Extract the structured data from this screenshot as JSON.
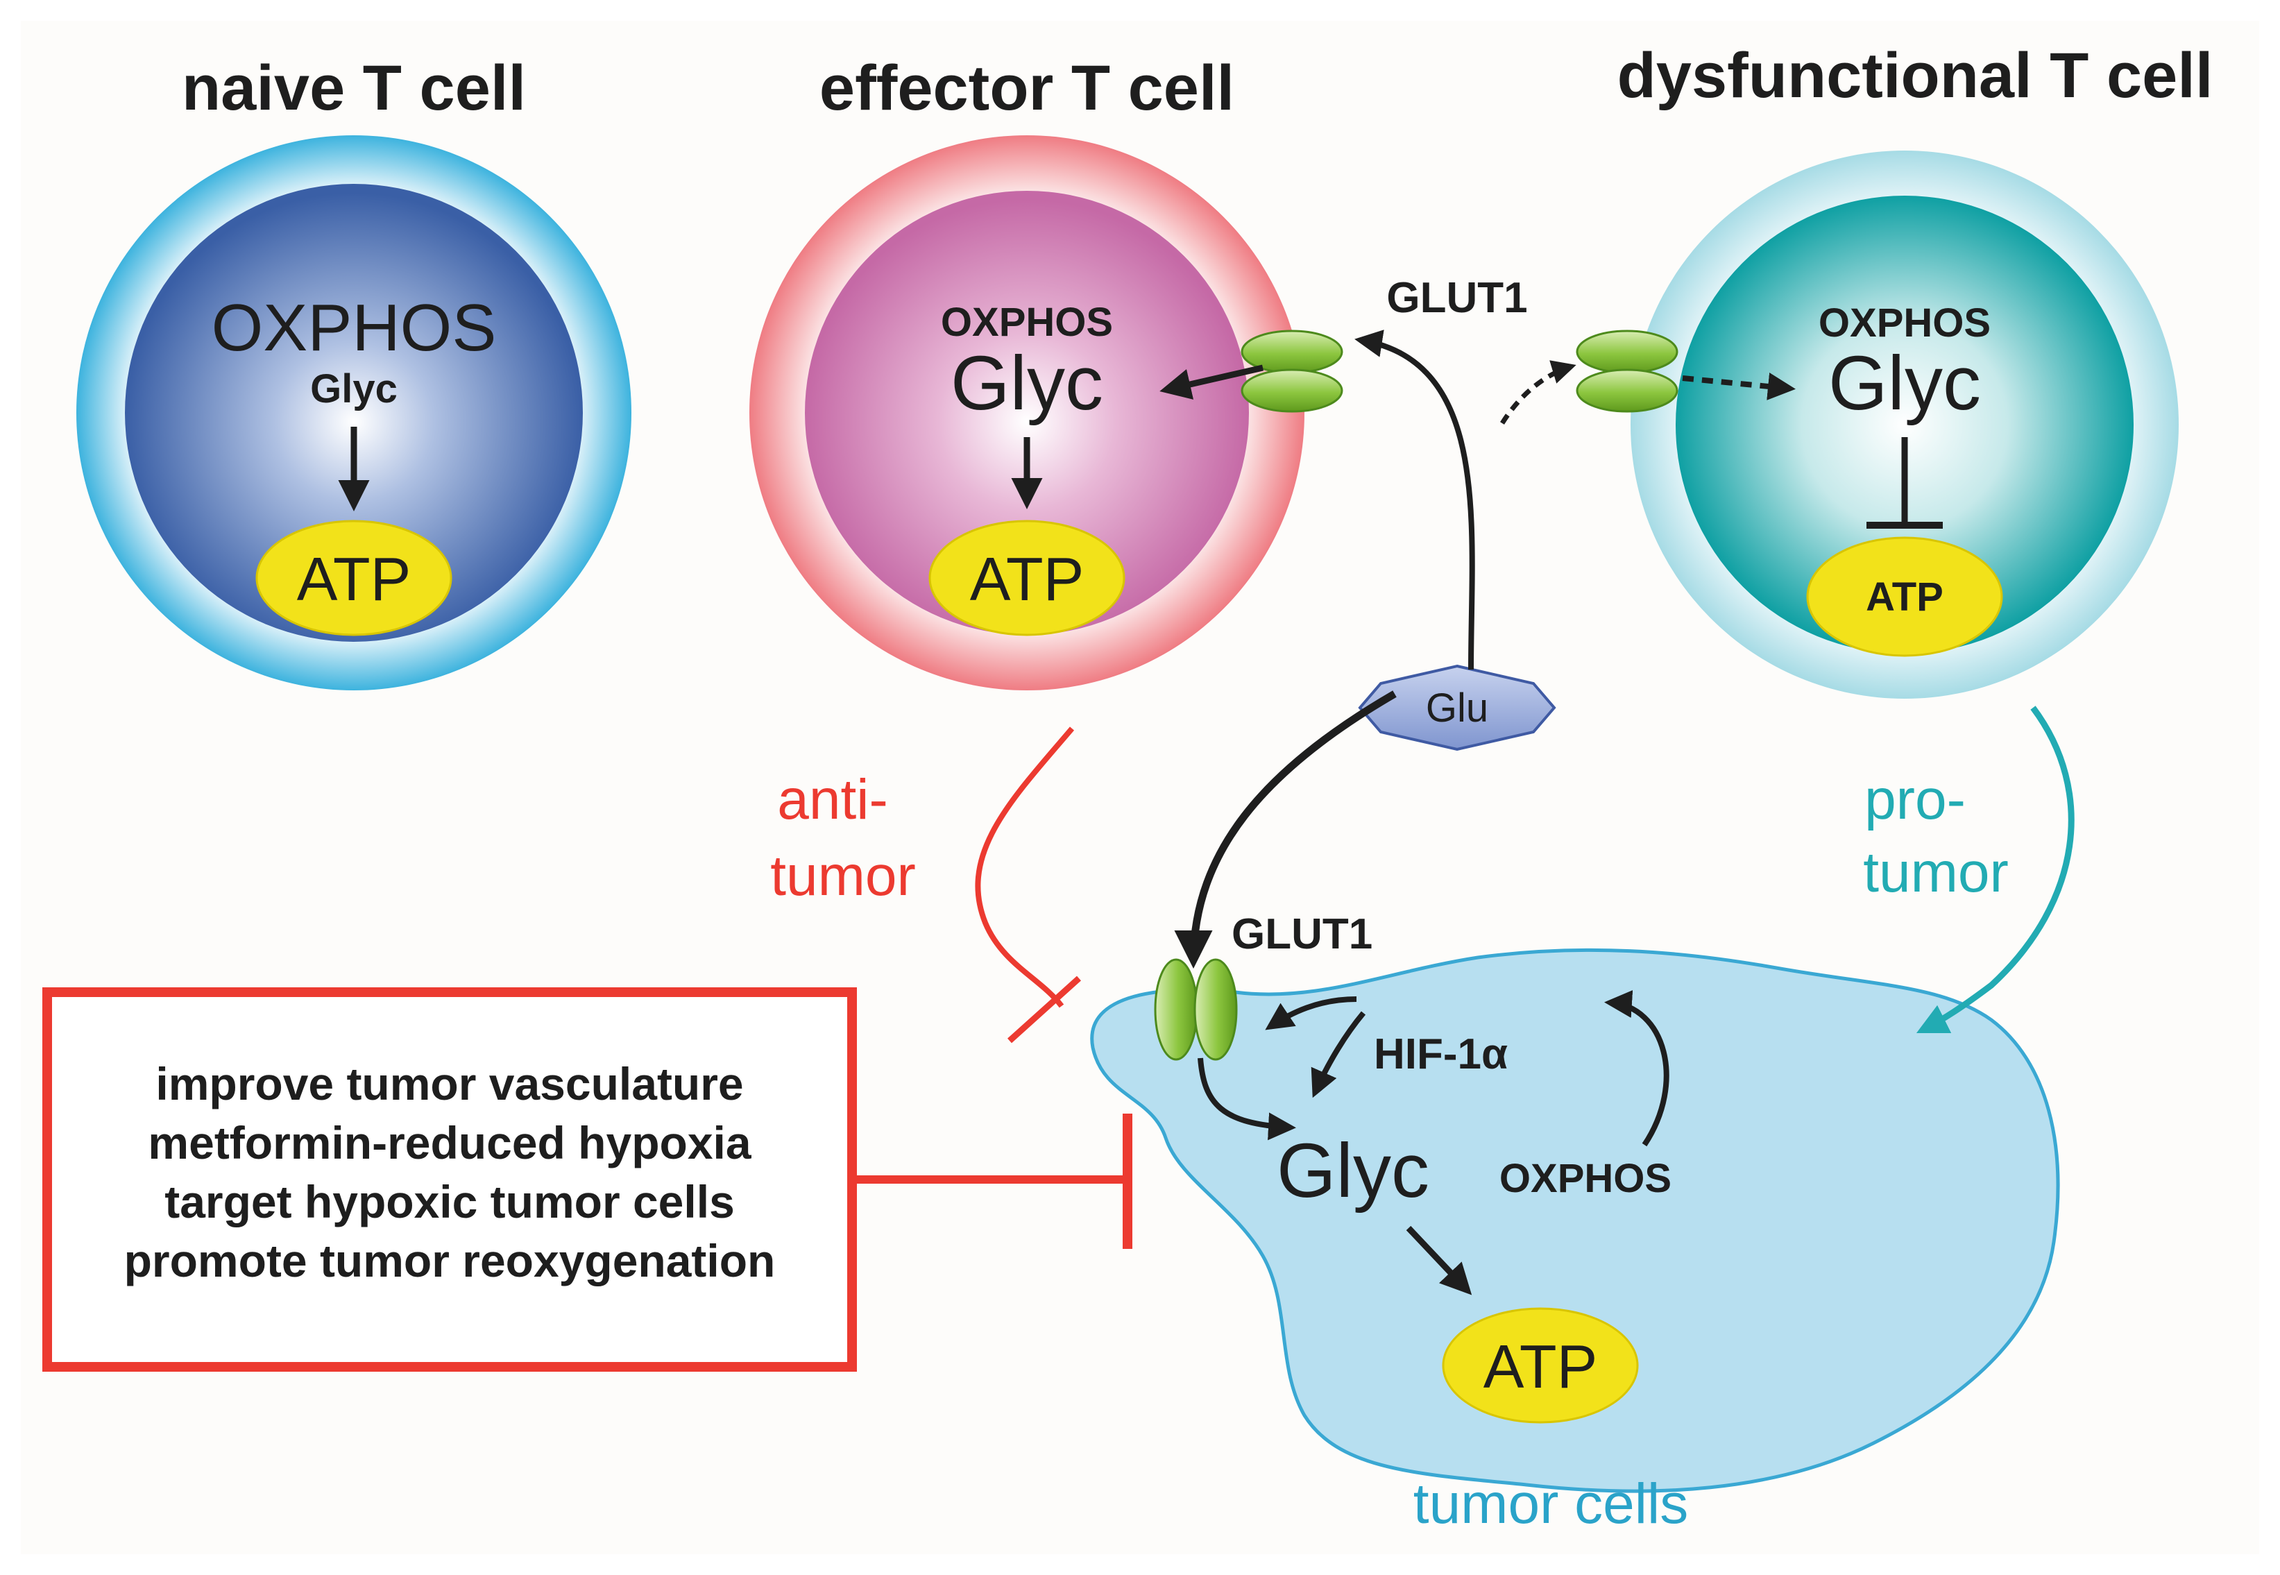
{
  "cells": {
    "naive": {
      "title": "naive T cell",
      "oxphos": "OXPHOS",
      "glyc": "Glyc",
      "atp": "ATP"
    },
    "effector": {
      "title": "effector T cell",
      "oxphos": "OXPHOS",
      "glyc": "Glyc",
      "atp": "ATP"
    },
    "dysfunctional": {
      "title": "dysfunctional T cell",
      "oxphos": "OXPHOS",
      "glyc": "Glyc",
      "atp": "ATP"
    }
  },
  "transporters": {
    "top_glut1": "GLUT1",
    "tumor_glut1": "GLUT1"
  },
  "glucose": "Glu",
  "effects": {
    "anti_line1": "anti-",
    "anti_line2": "tumor",
    "pro_line1": "pro-",
    "pro_line2": "tumor"
  },
  "tumor": {
    "hif": "HIF-1α",
    "glyc": "Glyc",
    "oxphos": "OXPHOS",
    "atp": "ATP",
    "label": "tumor cells"
  },
  "interventions": [
    "improve tumor vasculature",
    "metformin-reduced hypoxia",
    "target hypoxic tumor cells",
    "promote tumor reoxygenation"
  ],
  "colors": {
    "naive_core": "#3d63a8",
    "naive_ring": "#45b6df",
    "effector_core": "#c66ea8",
    "effector_ring": "#ef7e84",
    "dysfunctional_core": "#15a3a6",
    "dysfunctional_ring": "#a8dde6",
    "tumor_fill": "#b7dff0",
    "tumor_edge": "#3aa8d3",
    "atp_fill": "#f2e21a",
    "anti": "#ec3a30",
    "pro": "#22abb3",
    "inhibit_box": "#ec3a30",
    "glut1": "#8cc63f"
  }
}
